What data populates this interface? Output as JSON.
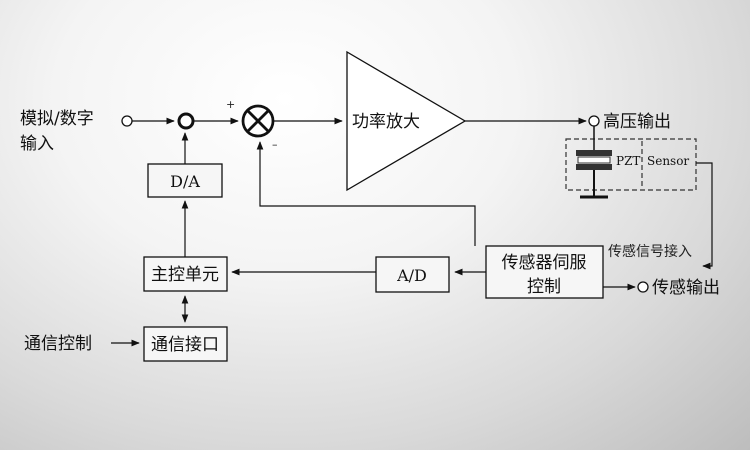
{
  "diagram": {
    "input_label_line1": "模拟/数字",
    "input_label_line2": "输入",
    "plus_sign": "+",
    "minus_sign": "–",
    "amplifier_label": "功率放大",
    "hv_output_label": "高压输出",
    "pzt_label": "PZT",
    "sensor_label": "Sensor",
    "da_label": "D/A",
    "main_control_label": "主控单元",
    "ad_label": "A/D",
    "servo_label_line1": "传感器伺服",
    "servo_label_line2": "控制",
    "sensor_signal_label": "传感信号接入",
    "sensor_output_label": "传感输出",
    "comm_control_label": "通信控制",
    "comm_interface_label": "通信接口"
  }
}
